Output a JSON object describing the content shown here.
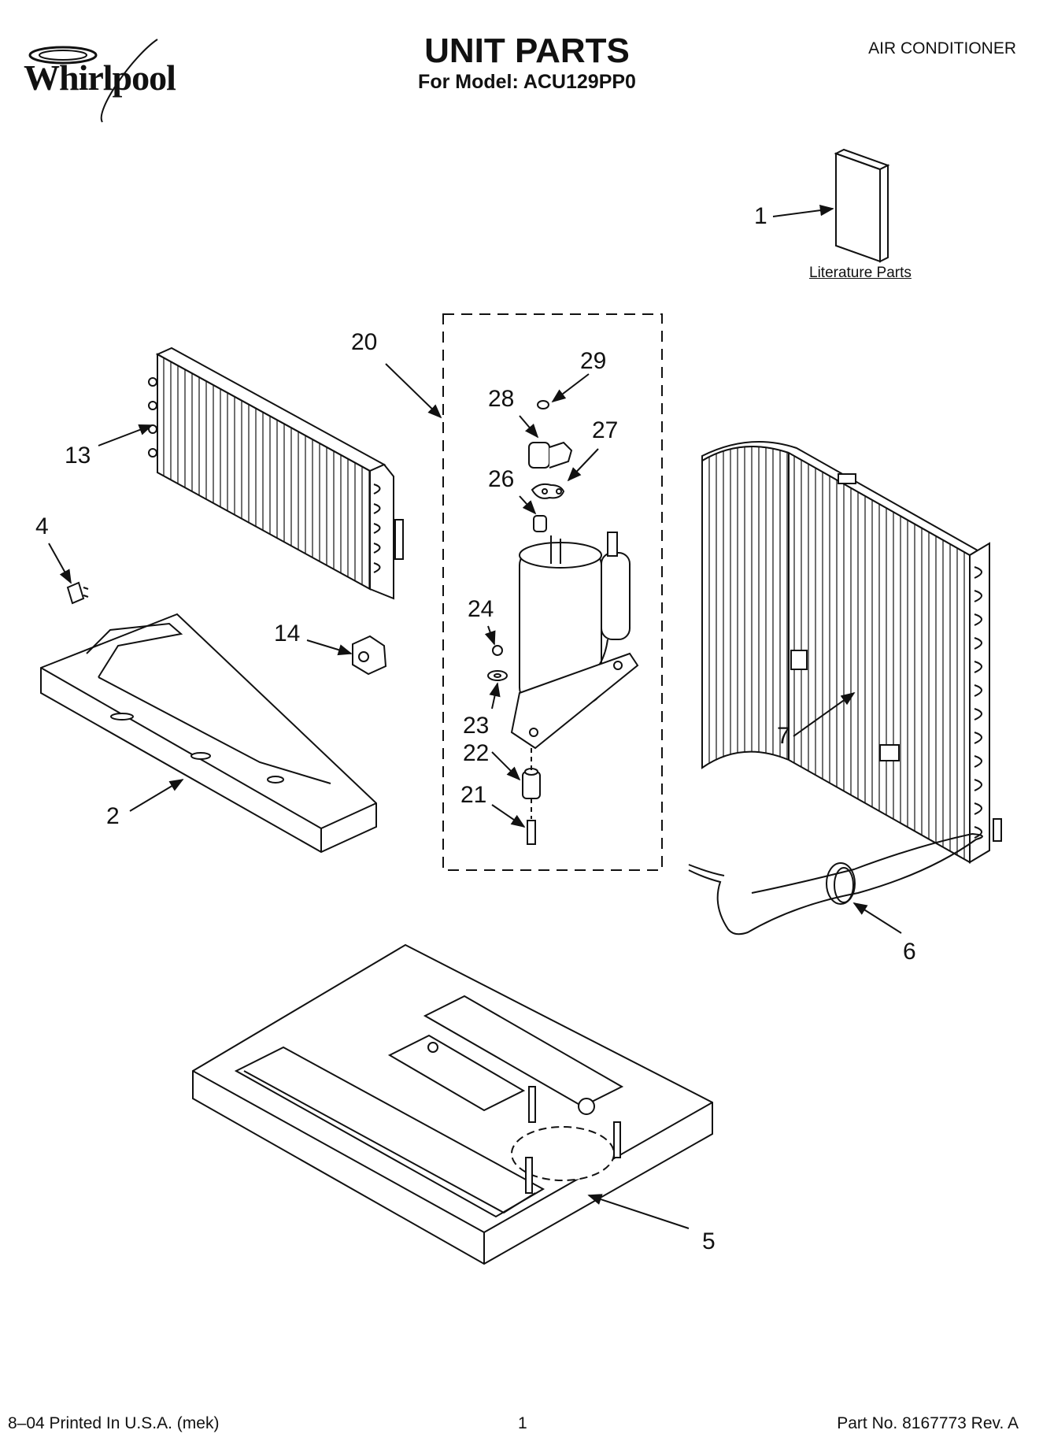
{
  "header": {
    "brand": "Whirlpool",
    "title": "UNIT PARTS",
    "subtitle": "For Model: ACU129PP0",
    "category": "AIR CONDITIONER"
  },
  "literature_label": "Literature Parts",
  "callouts": {
    "c1": "1",
    "c2": "2",
    "c4": "4",
    "c5": "5",
    "c6": "6",
    "c7": "7",
    "c13": "13",
    "c14": "14",
    "c20": "20",
    "c21": "21",
    "c22": "22",
    "c23": "23",
    "c24": "24",
    "c26": "26",
    "c27": "27",
    "c28": "28",
    "c29": "29"
  },
  "footer": {
    "left": "8–04 Printed In U.S.A. (mek)",
    "center": "1",
    "right": "Part No. 8167773 Rev. A"
  }
}
